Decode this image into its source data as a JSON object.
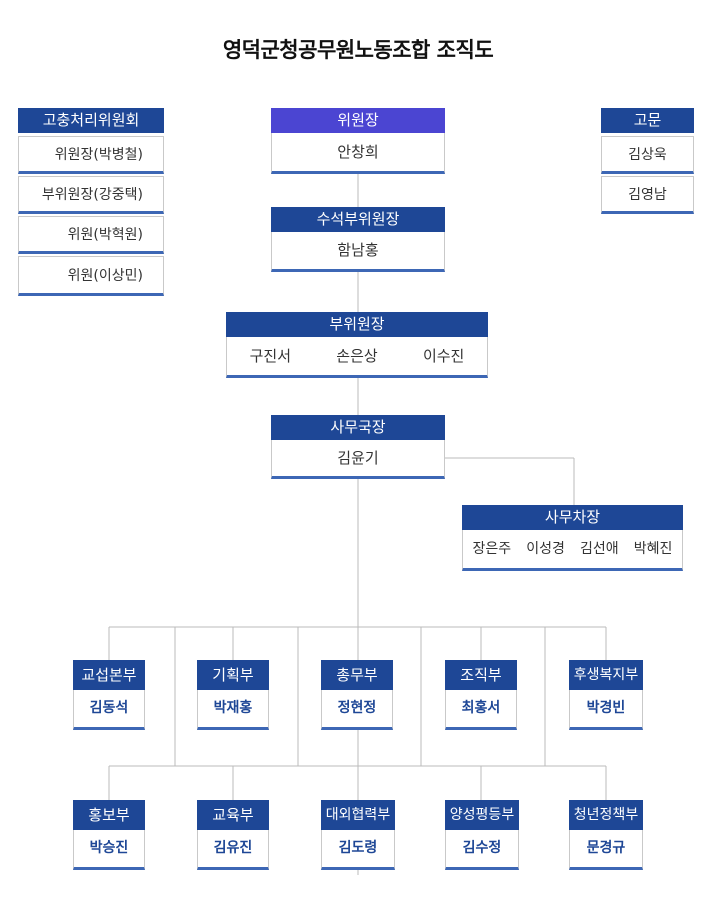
{
  "title": "영덕군청공무원노동조합 조직도",
  "committee": {
    "header": "고충처리위원회",
    "members": [
      "위원장(박병철)",
      "부위원장(강중택)",
      "위원(박혁원)",
      "위원(이상민)"
    ]
  },
  "advisor": {
    "header": "고문",
    "members": [
      "김상욱",
      "김영남"
    ]
  },
  "chair": {
    "header": "위원장",
    "name": "안창희"
  },
  "senior_vice": {
    "header": "수석부위원장",
    "name": "함남홍"
  },
  "vice": {
    "header": "부위원장",
    "names": [
      "구진서",
      "손은상",
      "이수진"
    ]
  },
  "secretary_general": {
    "header": "사무국장",
    "name": "김윤기"
  },
  "deputy_secretary": {
    "header": "사무차장",
    "names": [
      "장은주",
      "이성경",
      "김선애",
      "박혜진"
    ]
  },
  "departments_row1": [
    {
      "header": "교섭본부",
      "name": "김동석"
    },
    {
      "header": "기획부",
      "name": "박재홍"
    },
    {
      "header": "총무부",
      "name": "정현정"
    },
    {
      "header": "조직부",
      "name": "최홍서"
    },
    {
      "header": "후생복지부",
      "name": "박경빈"
    }
  ],
  "departments_row2": [
    {
      "header": "홍보부",
      "name": "박승진"
    },
    {
      "header": "교육부",
      "name": "김유진"
    },
    {
      "header": "대외협력부",
      "name": "김도령"
    },
    {
      "header": "양성평등부",
      "name": "김수정"
    },
    {
      "header": "청년정책부",
      "name": "문경규"
    }
  ],
  "colors": {
    "header_blue": "#1e4796",
    "header_purple": "#4b45d2",
    "accent_underline": "#3d67b5",
    "connector": "#bbbbbb"
  }
}
